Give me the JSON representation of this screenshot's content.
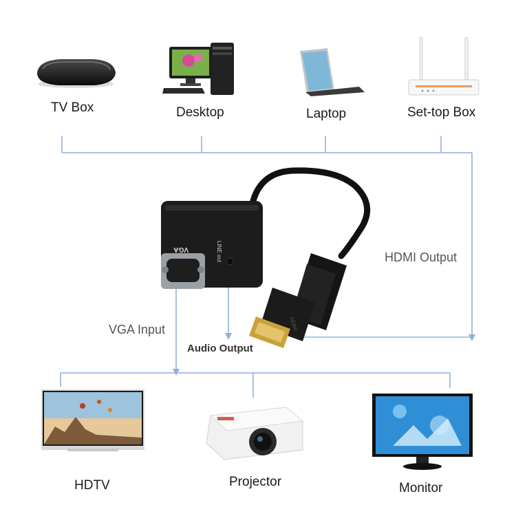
{
  "sources": {
    "tv_box": "TV Box",
    "desktop": "Desktop",
    "laptop": "Laptop",
    "settop_box": "Set-top Box"
  },
  "outputs": {
    "hdtv": "HDTV",
    "projector": "Projector",
    "monitor": "Monitor"
  },
  "connections": {
    "hdmi_output": "HDMI Output",
    "vga_input": "VGA Input",
    "audio_output": "Audio Output"
  },
  "adapter": {
    "vga_port_label": "VGA",
    "line_out_label": "LINE out",
    "hdmi_plug_label": "HDMI"
  },
  "colors": {
    "line": "#8fb1da",
    "adapter_body": "#1c1c1c",
    "hdmi_gold": "#c9a23a"
  }
}
